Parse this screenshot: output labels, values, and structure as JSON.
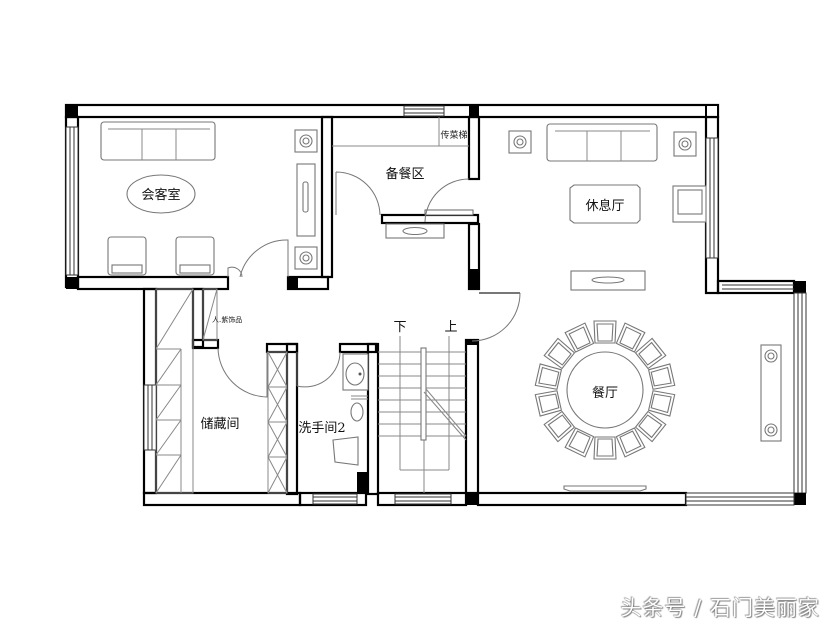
{
  "rooms": {
    "guest_room": "会客室",
    "pantry_area": "备餐区",
    "dumbwaiter": "传菜梯",
    "lounge": "休息厅",
    "storage": "储藏间",
    "washroom2": "洗手间2",
    "dining": "餐厅",
    "decor_storage": "人.紫饰品"
  },
  "stairs": {
    "down": "下",
    "up": "上"
  },
  "watermark": "头条号 / 石门美丽家",
  "colors": {
    "wall": "#000000",
    "furniture": "#777777",
    "background": "#ffffff"
  },
  "dining_table": {
    "chairs": 14
  }
}
